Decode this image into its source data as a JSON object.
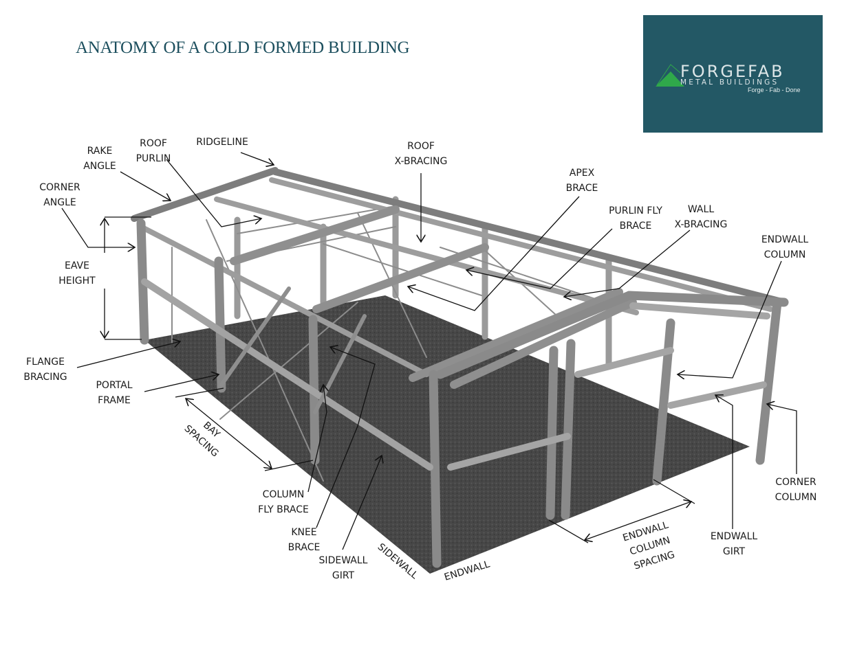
{
  "title": "ANATOMY OF A COLD FORMED BUILDING",
  "logo": {
    "brand": "FORGEFAB",
    "subtitle": "METAL BUILDINGS",
    "tagline": "Forge - Fab - Done",
    "background_color": "#235865",
    "accent_color": "#2fa84a"
  },
  "labels": {
    "rake_angle": [
      "RAKE",
      "ANGLE"
    ],
    "roof_purlin": [
      "ROOF",
      "PURLIN"
    ],
    "ridgeline": [
      "RIDGELINE"
    ],
    "roof_x_bracing": [
      "ROOF",
      "X-BRACING"
    ],
    "apex_brace": [
      "APEX",
      "BRACE"
    ],
    "purlin_fly_brace": [
      "PURLIN FLY",
      "BRACE"
    ],
    "wall_x_bracing": [
      "WALL",
      "X-BRACING"
    ],
    "endwall_column": [
      "ENDWALL",
      "COLUMN"
    ],
    "corner_angle": [
      "CORNER",
      "ANGLE"
    ],
    "eave_height": [
      "EAVE",
      "HEIGHT"
    ],
    "flange_bracing": [
      "FLANGE",
      "BRACING"
    ],
    "portal_frame": [
      "PORTAL",
      "FRAME"
    ],
    "bay_spacing": [
      "BAY",
      "SPACING"
    ],
    "column_fly_brace": [
      "COLUMN",
      "FLY BRACE"
    ],
    "knee_brace": [
      "KNEE",
      "BRACE"
    ],
    "sidewall_girt": [
      "SIDEWALL",
      "GIRT"
    ],
    "sidewall": [
      "SIDEWALL"
    ],
    "endwall": [
      "ENDWALL"
    ],
    "endwall_column_spacing": [
      "ENDWALL",
      "COLUMN",
      "SPACING"
    ],
    "endwall_girt": [
      "ENDWALL",
      "GIRT"
    ],
    "corner_column": [
      "CORNER",
      "COLUMN"
    ]
  },
  "colors": {
    "title": "#1c4f5e",
    "steel": "#8a8a8a",
    "steel_dark": "#6a6a6a",
    "steel_light": "#b3b3b3",
    "ground": "#4a4a4a",
    "leader": "#111111"
  }
}
